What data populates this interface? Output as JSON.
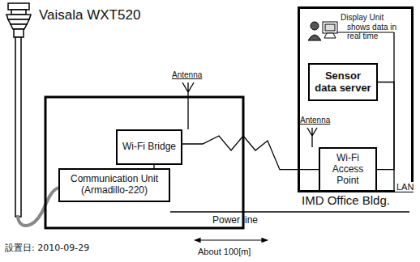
{
  "diagram": {
    "nodes": [
      {
        "text": [
          "Wi-Fi Bridge"
        ]
      },
      {
        "text": [
          "Communication Unit (Armadillo-220)"
        ]
      },
      {
        "text": [
          "IMD Office Bldg."
        ]
      },
      {
        "text": [
          "Sensor data server"
        ],
        "in": 2
      },
      {
        "text": [
          "Wi-Fi Access Point"
        ],
        "in": 2
      }
    ],
    "edges": [
      {
        "from": 1,
        "to": 0,
        "arrow": "none"
      },
      {
        "from": 0,
        "to": 4,
        "arrow": "none"
      },
      {
        "from": 3,
        "to": 4,
        "arrow": "none"
      }
    ],
    "labels": [
      "Vaisala WXT520",
      "Antenna",
      "Display Unit",
      "shows data in real time",
      "Antenna",
      "LAN",
      "Power line",
      "設置日: 2010-09-29",
      "About 100[m]"
    ]
  }
}
